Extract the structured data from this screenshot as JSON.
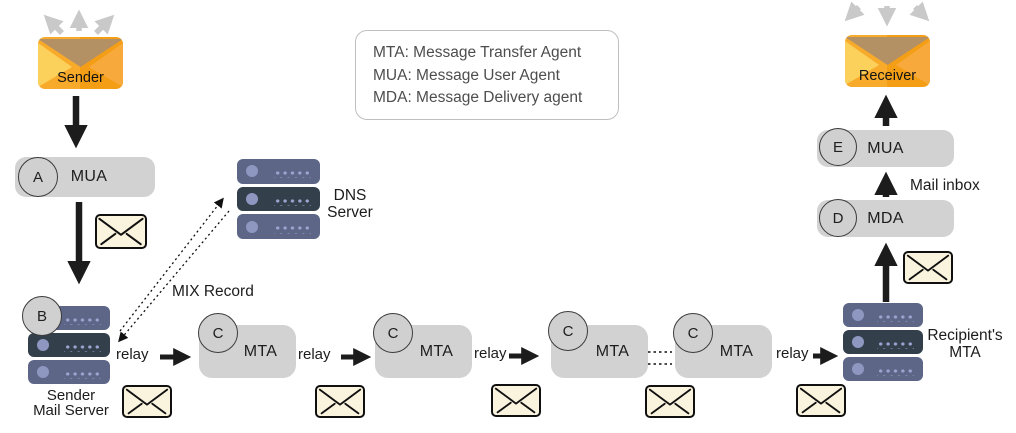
{
  "legend": {
    "lines": [
      "MTA: Message Transfer Agent",
      "MUA: Message User Agent",
      "MDA: Message Delivery agent"
    ]
  },
  "sender": {
    "label": "Sender"
  },
  "receiver": {
    "label": "Receiver"
  },
  "nodes": {
    "mua_a": {
      "badge": "A",
      "label": "MUA"
    },
    "mail_server": {
      "badge": "B",
      "label_line1": "Sender",
      "label_line2": "Mail Server"
    },
    "dns": {
      "label_line1": "DNS",
      "label_line2": "Server"
    },
    "mta": [
      {
        "badge": "C",
        "label": "MTA"
      },
      {
        "badge": "C",
        "label": "MTA"
      },
      {
        "badge": "C",
        "label": "MTA"
      },
      {
        "badge": "C",
        "label": "MTA"
      }
    ],
    "recipient_mta": {
      "label_line1": "Recipient's",
      "label_line2": "MTA"
    },
    "mda": {
      "badge": "D",
      "label": "MDA"
    },
    "mua_e": {
      "badge": "E",
      "label": "MUA"
    }
  },
  "labels": {
    "relay": "relay",
    "mix_record": "MIX Record",
    "mail_inbox": "Mail inbox"
  },
  "colors": {
    "envelope_orange": "#F6A21F",
    "envelope_flap": "#B49065",
    "envelope_fold_left": "#FBD15C",
    "envelope_fold_right": "#F8A93C",
    "envelope_cream": "#FAF3DE",
    "box_gray": "#D2D2D2",
    "server_blue": "#5D6687",
    "server_dark": "#343F4C",
    "server_dot": "#9AA5D0",
    "arrow_black": "#1C1C1C",
    "arrow_gray": "#C9C9C9"
  }
}
